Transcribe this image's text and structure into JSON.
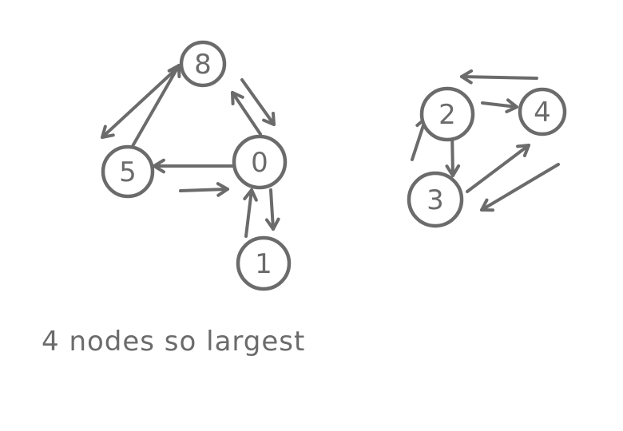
{
  "colors": {
    "ink": "#6b6b6b",
    "background": "#ffffff"
  },
  "graph": {
    "nodes": [
      {
        "id": "8",
        "label": "8"
      },
      {
        "id": "0",
        "label": "0"
      },
      {
        "id": "5",
        "label": "5"
      },
      {
        "id": "1",
        "label": "1"
      },
      {
        "id": "2",
        "label": "2"
      },
      {
        "id": "4",
        "label": "4"
      },
      {
        "id": "3",
        "label": "3"
      }
    ],
    "edges": [
      {
        "from": "8",
        "to": "5"
      },
      {
        "from": "5",
        "to": "8"
      },
      {
        "from": "8",
        "to": "0"
      },
      {
        "from": "0",
        "to": "8"
      },
      {
        "from": "0",
        "to": "5"
      },
      {
        "from": "5",
        "to": "0"
      },
      {
        "from": "0",
        "to": "1"
      },
      {
        "from": "1",
        "to": "0"
      },
      {
        "from": "4",
        "to": "2"
      },
      {
        "from": "2",
        "to": "4"
      },
      {
        "from": "3",
        "to": "2"
      },
      {
        "from": "2",
        "to": "3"
      },
      {
        "from": "3",
        "to": "4"
      },
      {
        "from": "4",
        "to": "3"
      }
    ]
  },
  "caption": "4 nodes so largest"
}
